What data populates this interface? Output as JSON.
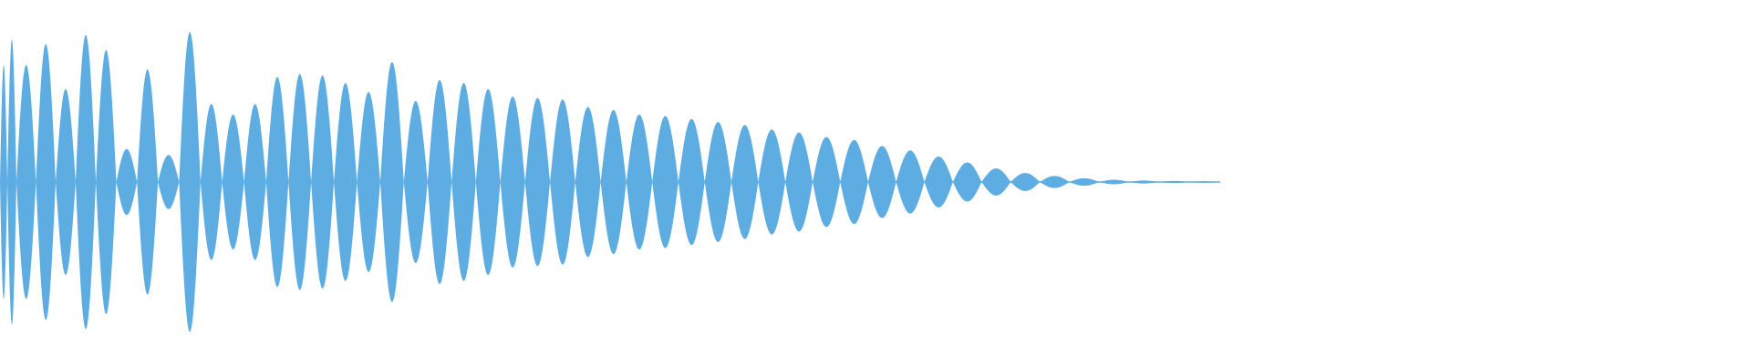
{
  "waveform": {
    "color": "#5dade2",
    "background": "#ffffff",
    "lobe_peaks": [
      0.78,
      0.92,
      0.62,
      0.98,
      0.88,
      0.22,
      0.75,
      0.18,
      1.0,
      0.52,
      0.45,
      0.52,
      0.7,
      0.72,
      0.71,
      0.66,
      0.6,
      0.8,
      0.54,
      0.68,
      0.66,
      0.62,
      0.57,
      0.56,
      0.55,
      0.5,
      0.48,
      0.45,
      0.44,
      0.42,
      0.4,
      0.38,
      0.35,
      0.33,
      0.3,
      0.28,
      0.24,
      0.21,
      0.17,
      0.13,
      0.09,
      0.06,
      0.04,
      0.025,
      0.015,
      0.01,
      0.007,
      0.005
    ],
    "lead_in_peaks": [
      0.78,
      0.95
    ]
  }
}
